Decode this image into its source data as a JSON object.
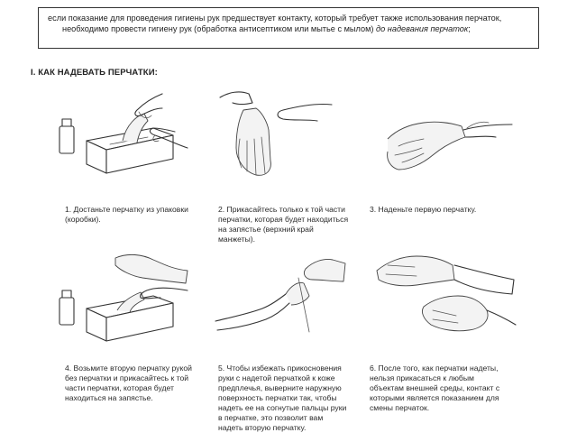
{
  "note": {
    "line1": "если показание для  проведения гигиены рук предшествует контакту, который требует также использования перчаток,",
    "line2_a": "необходимо провести гигиену рук (обработка антисептиком или мытье с мылом) ",
    "line2_b": "до надевания перчаток",
    "line2_c": ";"
  },
  "section_title": "I. КАК НАДЕВАТЬ ПЕРЧАТКИ:",
  "steps": [
    {
      "lines": [
        "1.  Достаньте перчатку из упаковки",
        "(коробки)."
      ]
    },
    {
      "lines": [
        "2.  Прикасайтесь только к той части",
        "перчатки, которая будет находиться",
        "на запястье (верхний край",
        "манжеты)."
      ]
    },
    {
      "lines": [
        "3.  Наденьте первую перчатку."
      ]
    },
    {
      "lines": [
        "4.  Возьмите вторую перчатку рукой",
        "без перчатки и прикасайтесь к той",
        "части перчатки, которая будет",
        "находиться на запястье."
      ]
    },
    {
      "lines": [
        "5.  Чтобы избежать прикосновения",
        "руки с надетой перчаткой к коже",
        "предплечья, выверните наружную",
        "поверхность перчатки так, чтобы",
        "надеть ее на согнутые пальцы руки",
        "в перчатке, это позволит вам",
        "надеть вторую перчатку."
      ]
    },
    {
      "lines": [
        "6.  После того, как перчатки надеты,",
        "нельзя прикасаться к любым",
        "объектам внешней среды, контакт с",
        "которыми является показанием для",
        "смены перчаток."
      ]
    }
  ]
}
